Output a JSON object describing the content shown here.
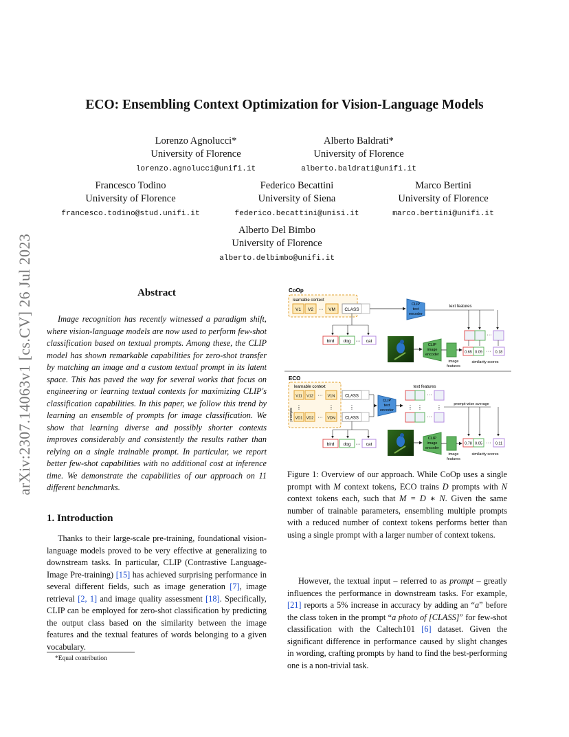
{
  "arxiv_stamp": "arXiv:2307.14063v1  [cs.CV]  26 Jul 2023",
  "title": "ECO: Ensembling Context Optimization for Vision-Language Models",
  "authors": [
    {
      "name": "Lorenzo Agnolucci*",
      "affiliation": "University of Florence",
      "email": "lorenzo.agnolucci@unifi.it"
    },
    {
      "name": "Alberto Baldrati*",
      "affiliation": "University of Florence",
      "email": "alberto.baldrati@unifi.it"
    },
    {
      "name": "Francesco Todino",
      "affiliation": "University of Florence",
      "email": "francesco.todino@stud.unifi.it"
    },
    {
      "name": "Federico Becattini",
      "affiliation": "University of Siena",
      "email": "federico.becattini@unisi.it"
    },
    {
      "name": "Marco Bertini",
      "affiliation": "University of Florence",
      "email": "marco.bertini@unifi.it"
    },
    {
      "name": "Alberto Del Bimbo",
      "affiliation": "University of Florence",
      "email": "alberto.delbimbo@unifi.it"
    }
  ],
  "abstract": {
    "heading": "Abstract",
    "text": "Image recognition has recently witnessed a paradigm shift, where vision-language models are now used to perform few-shot classification based on textual prompts. Among these, the CLIP model has shown remarkable capabilities for zero-shot transfer by matching an image and a custom textual prompt in its latent space. This has paved the way for several works that focus on engineering or learning textual contexts for maximizing CLIP's classification capabilities. In this paper, we follow this trend by learning an ensemble of prompts for image classification. We show that learning diverse and possibly shorter contexts improves considerably and consistently the results rather than relying on a single trainable prompt. In particular, we report better few-shot capabilities with no additional cost at inference time. We demonstrate the capabilities of our approach on 11 different benchmarks."
  },
  "intro": {
    "heading": "1. Introduction",
    "p1_a": "Thanks to their large-scale pre-training, foundational vision-language models proved to be very effective at generalizing to downstream tasks. In particular, CLIP (Contrastive Language-Image Pre-training) ",
    "ref15": "[15]",
    "p1_b": " has achieved surprising performance in several different fields, such as image generation ",
    "ref7": "[7]",
    "p1_c": ", image retrieval ",
    "ref2": "[2,",
    "ref1": "1]",
    "p1_d": " and image quality assessment ",
    "ref18": "[18]",
    "p1_e": ". Specifically, CLIP can be employed for zero-shot classification by predicting the output class based on the similarity between the image features and the textual features of words belonging to a given vocabulary."
  },
  "footnote": "*Equal contribution",
  "figure": {
    "coop_label": "CoOp",
    "eco_label": "ECO",
    "learnable_context": "learnable context",
    "prompts": "prompts",
    "coop_tokens": [
      "V1",
      "V2",
      "···",
      "VM"
    ],
    "eco_tokens_row1": [
      "V11",
      "V12",
      "···",
      "V1N"
    ],
    "eco_tokens_rowN": [
      "VD1",
      "VD2",
      "···",
      "VDN"
    ],
    "class_token": "CLASS",
    "dots": "···",
    "vdots": "⋮",
    "clip_text": "CLIP text encoder",
    "clip_text_lines": [
      "CLIP",
      "text",
      "encoder"
    ],
    "clip_image_lines": [
      "CLIP",
      "image",
      "encoder"
    ],
    "classes": [
      "bird",
      "dog",
      "cat"
    ],
    "text_features": "text features",
    "image_features_lines": [
      "image",
      "features"
    ],
    "similarity_scores": "similarity scores",
    "prompt_wise_average": "prompt-wise average",
    "coop_scores": [
      "0.65",
      "0.09",
      "···",
      "0.18"
    ],
    "eco_scores": [
      "0.78",
      "0.05",
      "···",
      "0.11"
    ],
    "colors": {
      "red": "#e05555",
      "green": "#5fb35f",
      "purple": "#b48be0",
      "blue": "#4a90d9",
      "orange": "#e0a030",
      "cell": "#eef1f8"
    },
    "caption_a": "Figure 1: Overview of our approach. While CoOp uses a single prompt with ",
    "caption_M": "M",
    "caption_b": " context tokens, ECO trains ",
    "caption_D": "D",
    "caption_c": " prompts with ",
    "caption_N": "N",
    "caption_d": " context tokens each, such that ",
    "caption_eq": "M = D ∗ N",
    "caption_e": ". Given the same number of trainable parameters, ensembling multiple prompts with a reduced number of context tokens performs better than using a single prompt with a larger number of context tokens."
  },
  "right_col": {
    "p_a": "However, the textual input – referred to as ",
    "prompt_word": "prompt",
    "p_b": " – greatly influences the performance in downstream tasks. For example, ",
    "ref21": "[21]",
    "p_c": " reports a 5% increase in accuracy by adding an “",
    "a_word": "a",
    "p_d": "” before the class token in the prompt “",
    "photo": "a photo of [CLASS]",
    "p_e": "” for few-shot classification with the Caltech101 ",
    "ref6": "[6]",
    "p_f": " dataset. Given the significant difference in performance caused by slight changes in wording, crafting prompts by hand to find the best-performing one is a non-trivial task."
  }
}
